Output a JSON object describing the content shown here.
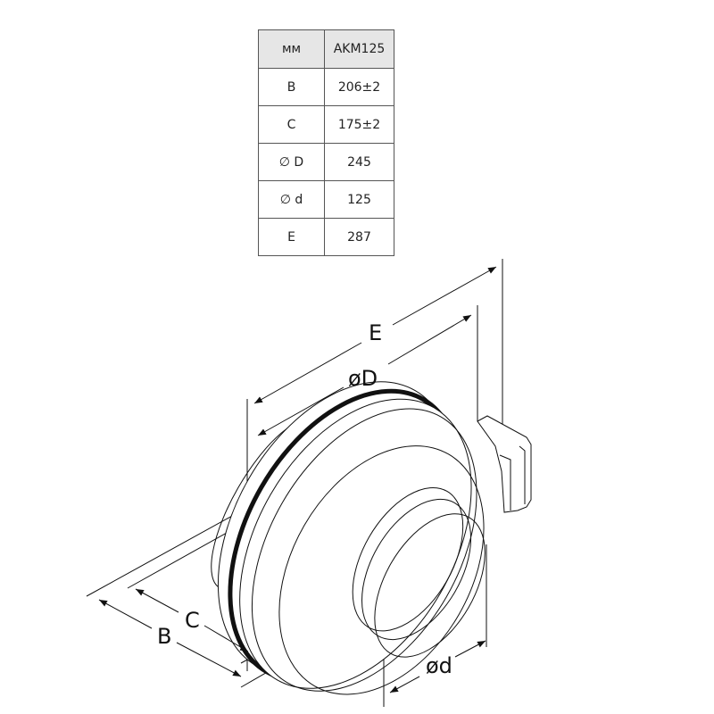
{
  "table": {
    "header": [
      "мм",
      "AKM125"
    ],
    "rows": [
      [
        "B",
        "206±2"
      ],
      [
        "C",
        "175±2"
      ],
      [
        "∅ D",
        "245"
      ],
      [
        "∅ d",
        "125"
      ],
      [
        "E",
        "287"
      ]
    ]
  },
  "drawing": {
    "labels": {
      "E": "E",
      "D": "øD",
      "d": "ød",
      "B": "B",
      "C": "C"
    }
  }
}
